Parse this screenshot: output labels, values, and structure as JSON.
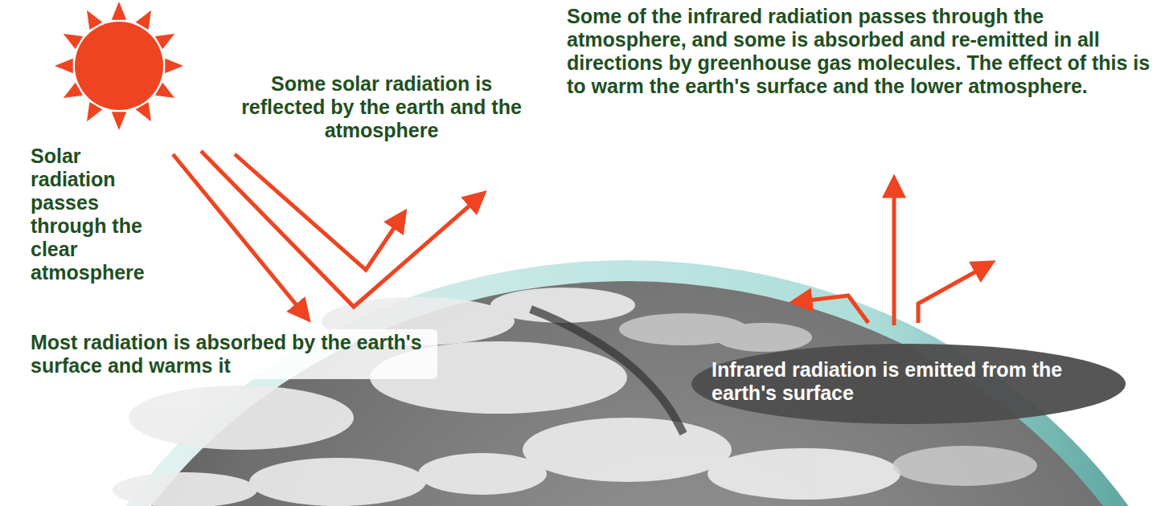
{
  "diagram": {
    "labels": [
      "Some of the infrared radiation passes through the atmosphere, and some is absorbed and re-emitted in all directions by greenhouse gas molecules. The effect of this is to warm the earth's surface and the lower atmosphere.",
      "Some solar radiation is reflected by the earth and the atmosphere",
      "Solar radiation passes through the clear atmosphere",
      "Most radiation is absorbed by the earth's surface and warms it",
      "Infrared radiation is emitted from the earth's surface"
    ]
  }
}
